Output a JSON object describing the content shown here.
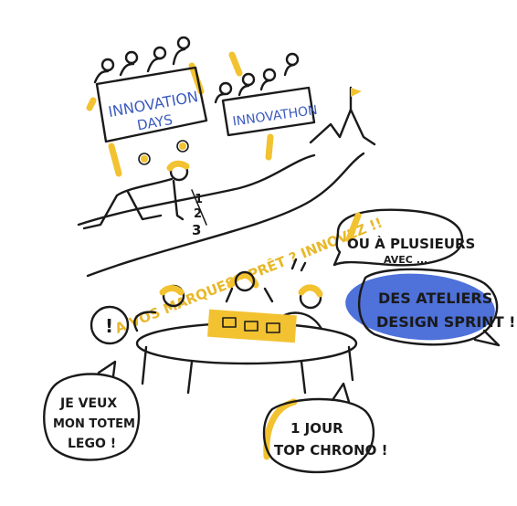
{
  "signs": {
    "innovation_days_line1": "INNOVATION",
    "innovation_days_line2": "DAYS",
    "innovathon": "INNOVATHON"
  },
  "track": {
    "countdown": [
      "1",
      "2",
      "3"
    ],
    "road_text": "A VOS MARQUES · PRÊT ? INNOVEZ !!"
  },
  "bubbles": {
    "plusieurs_line1": "OU À PLUSIEURS",
    "plusieurs_line2": "AVEC ...",
    "ateliers_line1": "DES ATELIERS",
    "ateliers_line2": "DESIGN SPRINT !",
    "exclaim": "!",
    "totem_line1": "JE VEUX",
    "totem_line2": "MON TOTEM",
    "totem_line3": "LEGO !",
    "chrono_line1": "1 JOUR",
    "chrono_line2": "TOP CHRONO !"
  },
  "colors": {
    "accent_yellow": "#f2c230",
    "accent_blue": "#3b62d6",
    "ink": "#1a1a1a"
  }
}
